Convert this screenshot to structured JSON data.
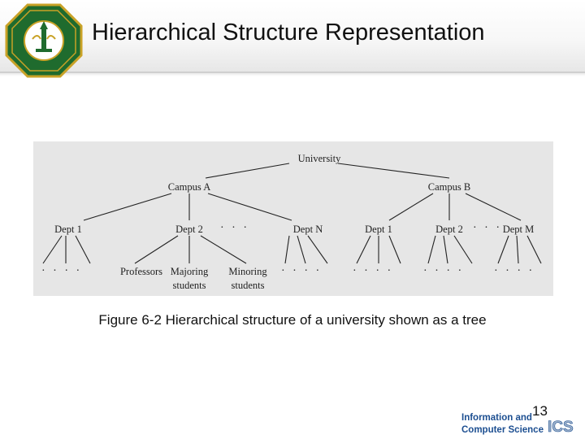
{
  "header": {
    "title": "Hierarchical Structure Representation"
  },
  "figure": {
    "root": "University",
    "campuses": [
      "Campus A",
      "Campus B"
    ],
    "campus_a_depts": [
      "Dept 1",
      "Dept 2",
      "Dept N"
    ],
    "campus_b_depts": [
      "Dept 1",
      "Dept 2",
      "Dept M"
    ],
    "dept2_children": [
      {
        "line1": "Professors",
        "line2": ""
      },
      {
        "line1": "Majoring",
        "line2": "students"
      },
      {
        "line1": "Minoring",
        "line2": "students"
      }
    ],
    "ellipsis_inline": "· · ·",
    "ellipsis_leaf": "· · · ·"
  },
  "caption": "Figure 6-2 Hierarchical structure of a university shown as a tree",
  "page_number": "13",
  "footer": {
    "logo_line1": "Information and",
    "logo_line2": "Computer Science",
    "logo_mark": "ICS"
  },
  "colors": {
    "logo_green": "#1f6b2e",
    "logo_gold": "#c9a227",
    "footer_blue": "#1d4f91",
    "figure_bg": "#e6e6e6"
  }
}
